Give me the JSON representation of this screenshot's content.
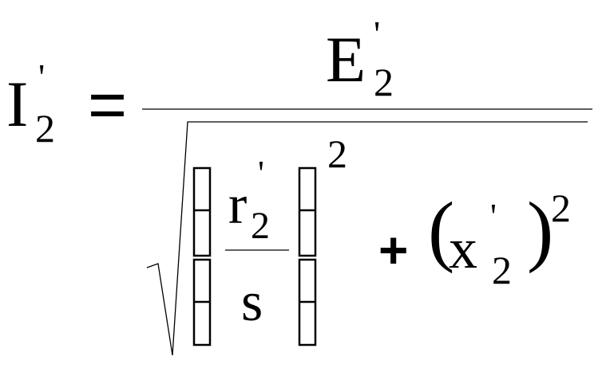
{
  "formula": {
    "lhs": {
      "symbol": "I",
      "prime": "'",
      "subscript": "2"
    },
    "equals": "=",
    "numerator": {
      "symbol": "E",
      "prime": "'",
      "subscript": "2"
    },
    "denominator": {
      "ratio": {
        "numerator": {
          "symbol": "r",
          "prime": "'",
          "subscript": "2"
        },
        "denominator": "s",
        "exponent": "2"
      },
      "plus": "+",
      "reactance": {
        "open_paren": "(",
        "symbol": "x",
        "prime": "'",
        "subscript": "2",
        "close_paren": ")",
        "exponent": "2"
      }
    }
  },
  "colors": {
    "ink": "#000000",
    "background": "#ffffff"
  }
}
